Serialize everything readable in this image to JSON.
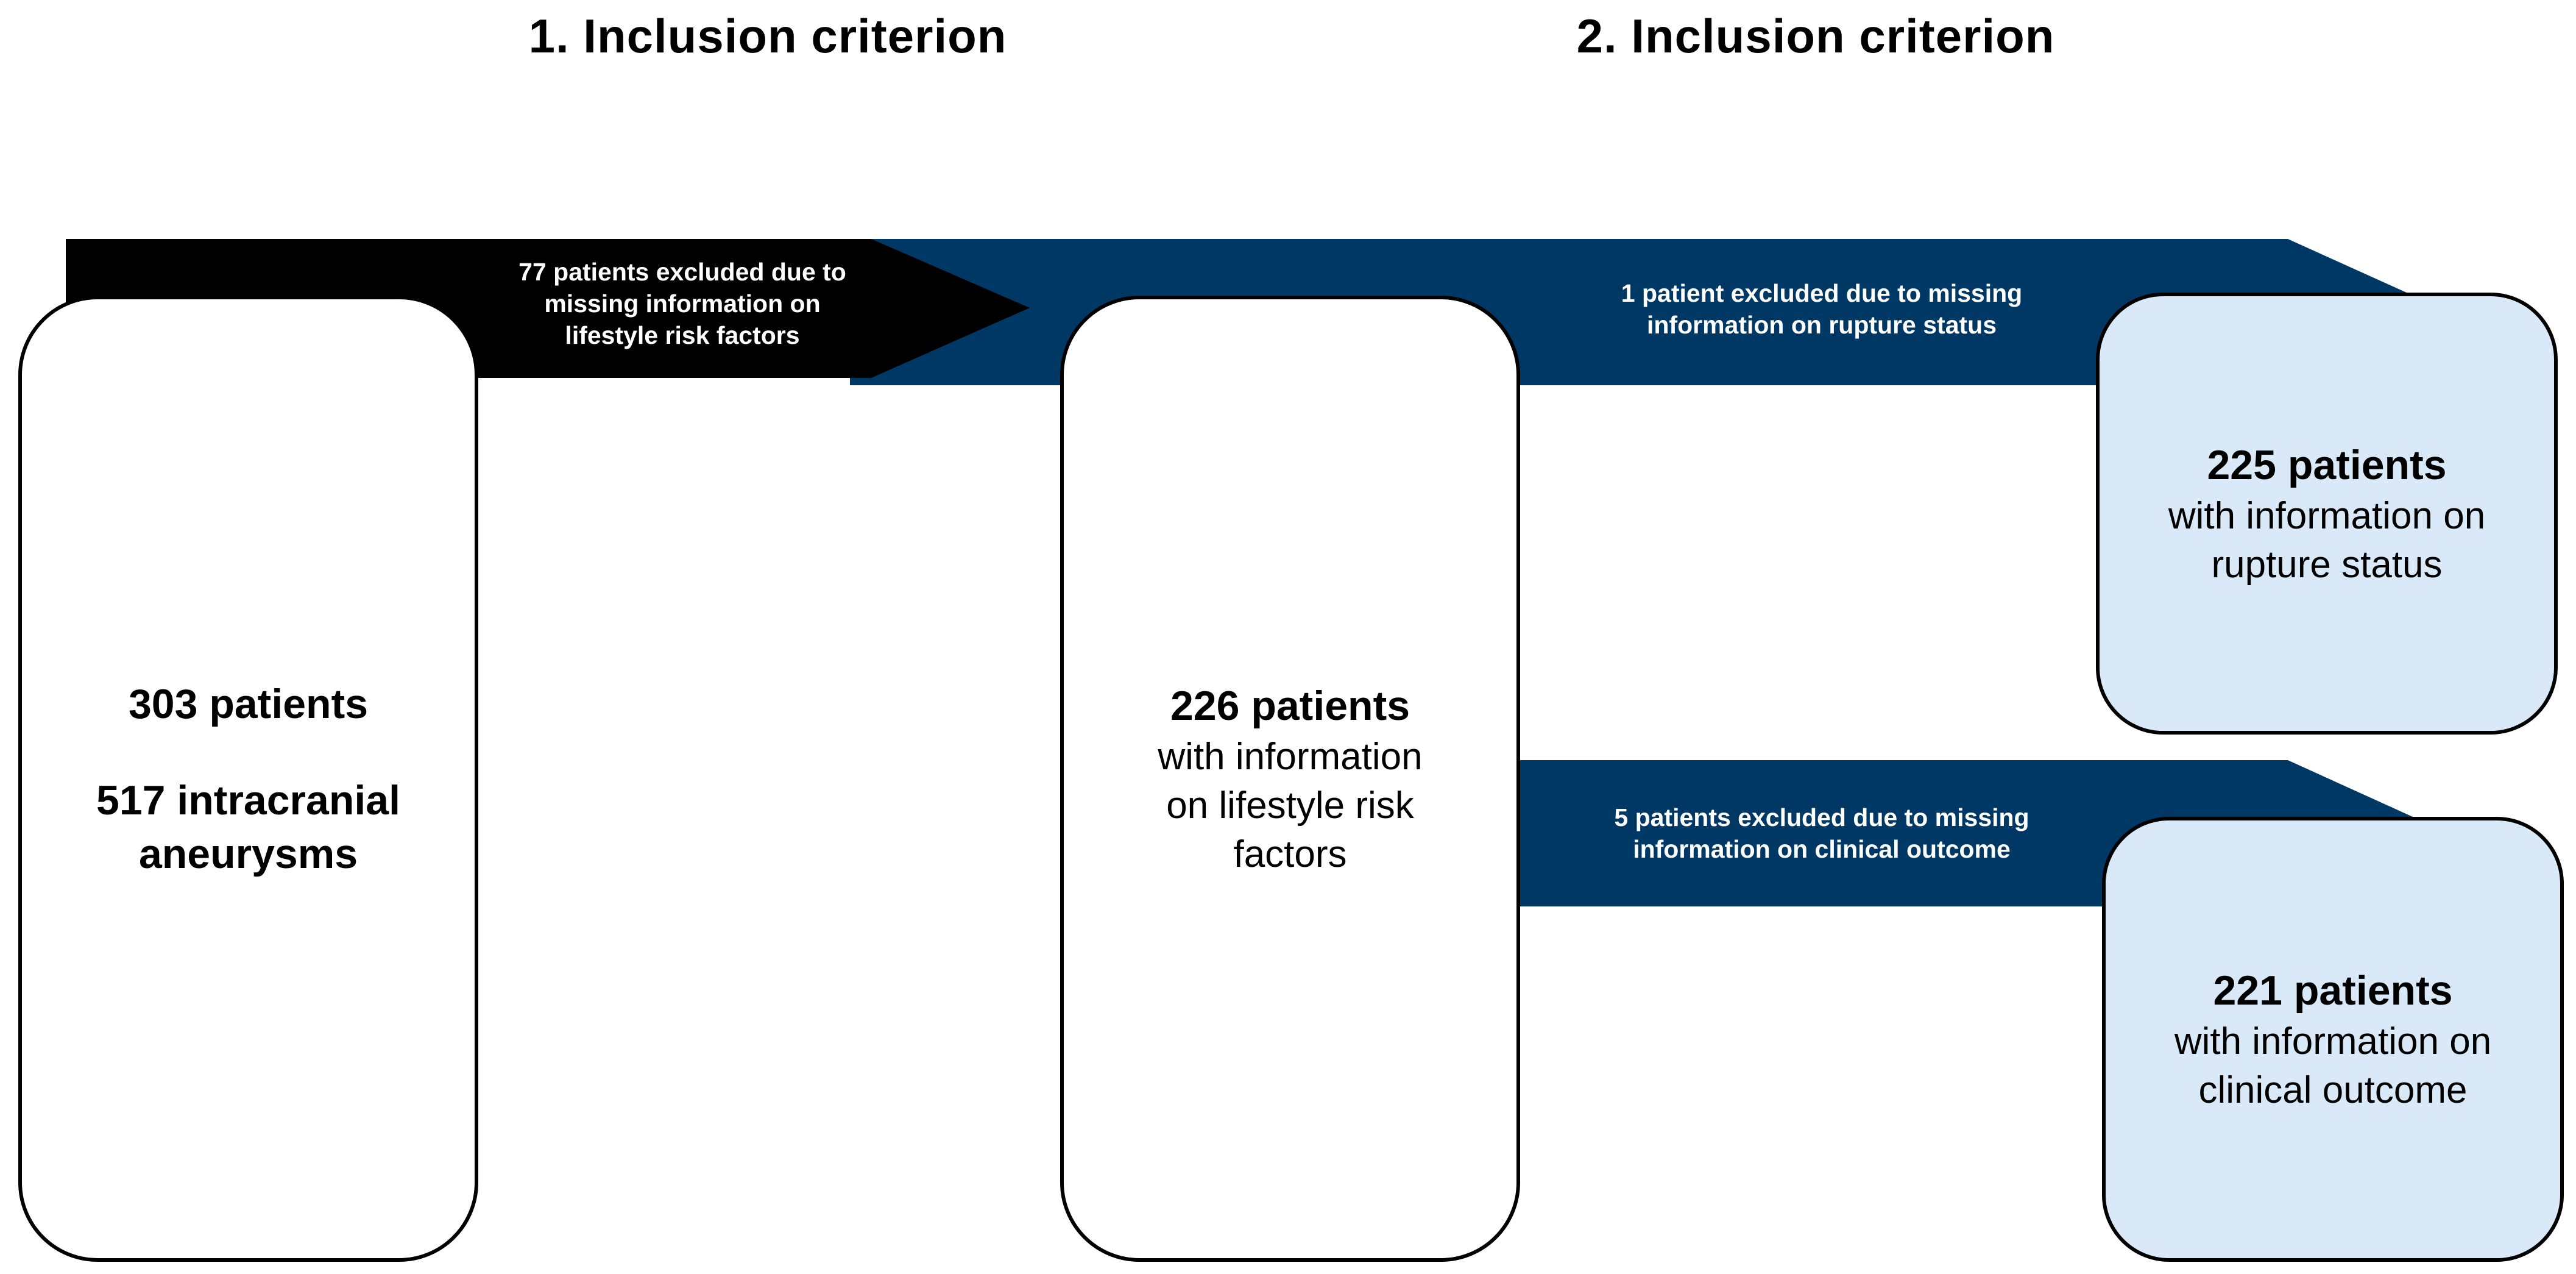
{
  "headings": {
    "first": "1. Inclusion criterion",
    "second": "2. Inclusion criterion"
  },
  "arrows": {
    "exclusion_1": "77 patients excluded due to\nmissing information on\nlifestyle risk factors",
    "exclusion_2": "1 patient excluded due to missing\ninformation on rupture status",
    "exclusion_3": "5 patients excluded due to missing\ninformation on clinical outcome"
  },
  "boxes": {
    "start": {
      "patients": "303 patients",
      "aneurysms": "517 intracranial\naneurysms"
    },
    "middle": {
      "count": "226 patients",
      "detail": "with information\non lifestyle risk\nfactors"
    },
    "rupture": {
      "count": "225 patients",
      "detail": "with information on\nrupture status"
    },
    "outcome": {
      "count": "221 patients",
      "detail": "with information on\nclinical outcome"
    }
  },
  "colors": {
    "navy_arrow": "#003865",
    "black_arrow": "#000000",
    "light_box_fill": "#dae9f8",
    "box_border": "#000000"
  }
}
